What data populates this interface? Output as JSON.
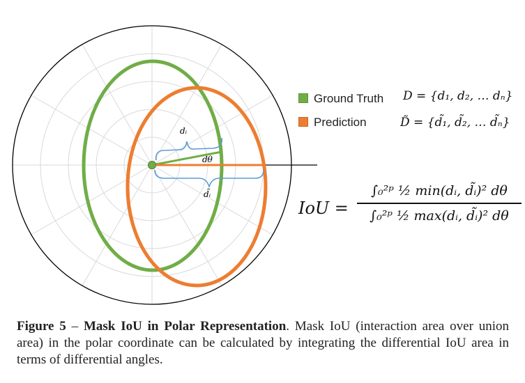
{
  "legend": [
    {
      "label": "Ground Truth",
      "color": "#70ad47"
    },
    {
      "label": "Prediction",
      "color": "#ed7d31"
    }
  ],
  "definitions": {
    "gt": "D = {d₁, d₂, … dₙ}",
    "pred": "D̃ = {d̃₁, d̃₂, … d̃ₙ}"
  },
  "diagram_labels": {
    "d_i": "dᵢ",
    "d_theta": "dθ",
    "d_tilde_i": "d̃ᵢ"
  },
  "formula": {
    "lhs": "IoU =",
    "numerator": "∫₀²ᵖ ½ min(dᵢ, d̃ᵢ)² dθ",
    "denominator": "∫₀²ᵖ ½ max(dᵢ, d̃ᵢ)² dθ"
  },
  "caption": {
    "label": "Figure 5",
    "dash": " – ",
    "title": "Mask IoU in Polar Representation",
    "body": ". Mask IoU (interaction area over union area) in the polar coordinate can be calculated by integrating the differential IoU area in terms of differential angles."
  },
  "colors": {
    "green": "#70ad47",
    "orange": "#ed7d31",
    "blue": "#5b9bd5",
    "grid": "#d9d9d9",
    "axis": "#000000"
  }
}
